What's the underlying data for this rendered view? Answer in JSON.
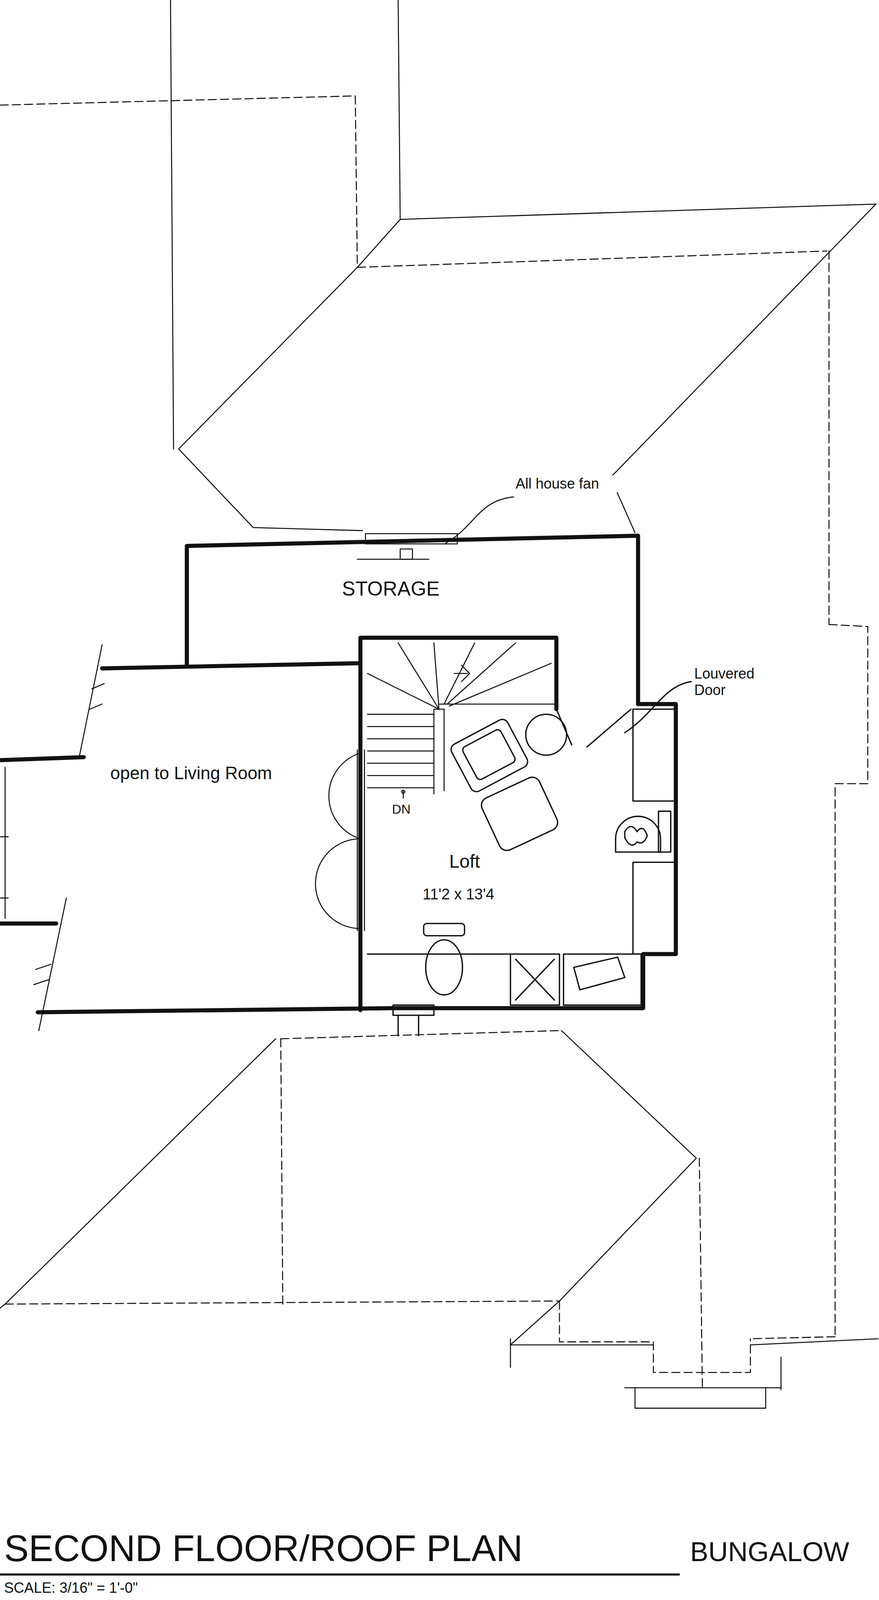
{
  "diagram": {
    "title": "SECOND FLOOR/ROOF PLAN",
    "nodes": [
      {
        "text": [
          "STORAGE"
        ]
      },
      {
        "text": [
          "Loft",
          "11'2 x 13'4"
        ]
      },
      {
        "text": [
          "open to Living Room"
        ]
      }
    ],
    "labels": [
      "All house fan",
      "Louvered Door",
      "DN",
      "BUNGALOW",
      "SCALE: 3/16\" = 1'-0\""
    ]
  }
}
